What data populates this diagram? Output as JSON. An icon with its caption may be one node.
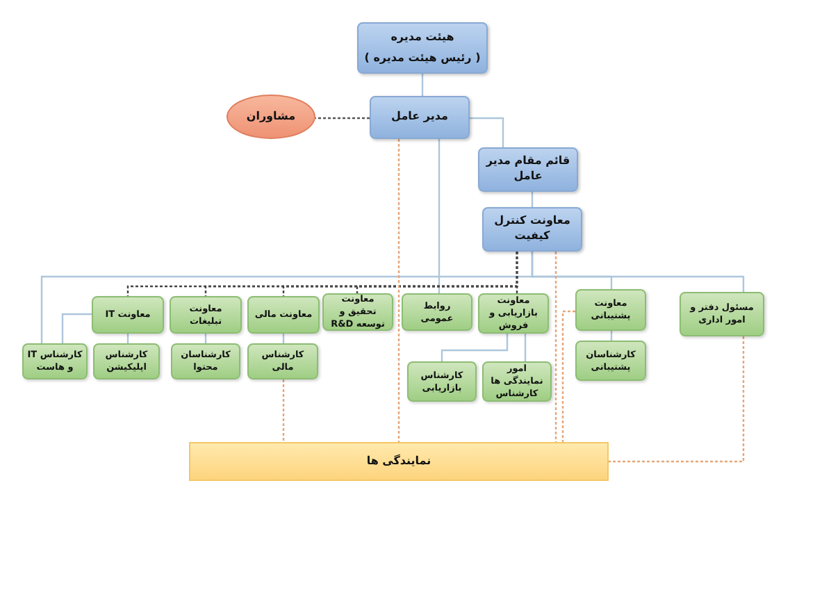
{
  "diagram": {
    "nodes": [
      {
        "text": [
          "هیئت مدیره",
          "( رئیس هیئت مدیره )"
        ]
      },
      {
        "text": [
          "مدیر عامل"
        ]
      },
      {
        "text": [
          "مشاوران"
        ]
      },
      {
        "text": [
          "قائم مقام مدیر عامل"
        ]
      },
      {
        "text": [
          "معاونت کنترل کیفیت"
        ]
      },
      {
        "text": [
          "معاونت IT"
        ]
      },
      {
        "text": [
          "معاونت تبلیغات"
        ]
      },
      {
        "text": [
          "معاونت مالی"
        ]
      },
      {
        "text": [
          "معاونت تحقیق و توسعه R&D"
        ]
      },
      {
        "text": [
          "روابط عمومی"
        ]
      },
      {
        "text": [
          "معاونت بازاریابی و فروش"
        ]
      },
      {
        "text": [
          "معاونت پشتیبانی"
        ]
      },
      {
        "text": [
          "مسئول دفتر و امور اداری"
        ]
      },
      {
        "text": [
          "کارشناس IT و هاست"
        ]
      },
      {
        "text": [
          "کارشناس اپلیکیشن"
        ]
      },
      {
        "text": [
          "کارشناسان محتوا"
        ]
      },
      {
        "text": [
          "کارشناس مالی"
        ]
      },
      {
        "text": [
          "کارشناسان پشتیبانی"
        ]
      },
      {
        "text": [
          "کارشناس بازاریابی"
        ]
      },
      {
        "text": [
          "امور نمایندگی ها کارشناس"
        ]
      },
      {
        "text": [
          "نمایندگی ها"
        ]
      }
    ],
    "edges": [
      {
        "from": 0,
        "to": 1,
        "arrow": "none"
      },
      {
        "from": 1,
        "to": 3,
        "arrow": "none"
      },
      {
        "from": 3,
        "to": 4,
        "arrow": "none"
      },
      {
        "from": 1,
        "to": 2,
        "arrow": "none",
        "style": "dashed",
        "color": "#555555"
      },
      {
        "from": 1,
        "to": 9,
        "arrow": "none"
      },
      {
        "from": 4,
        "to": 13,
        "arrow": "none"
      },
      {
        "from": 4,
        "to": 11,
        "arrow": "none"
      },
      {
        "from": 4,
        "to": 12,
        "arrow": "none"
      },
      {
        "from": 4,
        "to": 5,
        "arrow": "none",
        "style": "dashed",
        "color": "#444444"
      },
      {
        "from": 4,
        "to": 6,
        "arrow": "none",
        "style": "dashed",
        "color": "#444444"
      },
      {
        "from": 4,
        "to": 7,
        "arrow": "none",
        "style": "dashed",
        "color": "#444444"
      },
      {
        "from": 4,
        "to": 8,
        "arrow": "none",
        "style": "dashed",
        "color": "#444444"
      },
      {
        "from": 4,
        "to": 10,
        "arrow": "none",
        "style": "dashed",
        "color": "#444444"
      },
      {
        "from": 5,
        "to": 14,
        "arrow": "none"
      },
      {
        "from": 5,
        "to": 13,
        "arrow": "none"
      },
      {
        "from": 6,
        "to": 15,
        "arrow": "none"
      },
      {
        "from": 7,
        "to": 16,
        "arrow": "none"
      },
      {
        "from": 10,
        "to": 18,
        "arrow": "none"
      },
      {
        "from": 10,
        "to": 19,
        "arrow": "none"
      },
      {
        "from": 11,
        "to": 17,
        "arrow": "none"
      },
      {
        "from": 1,
        "to": 20,
        "arrow": "none",
        "style": "dashed",
        "color": "#e5a67a"
      },
      {
        "from": 4,
        "to": 20,
        "arrow": "none",
        "style": "dashed",
        "color": "#e5a67a"
      },
      {
        "from": 16,
        "to": 20,
        "arrow": "none",
        "style": "dashed",
        "color": "#e5a67a"
      },
      {
        "from": 12,
        "to": 20,
        "arrow": "none",
        "style": "dashed",
        "color": "#e5a67a"
      },
      {
        "from": 11,
        "to": 20,
        "arrow": "none",
        "style": "dashed",
        "color": "#e5a67a"
      }
    ]
  }
}
